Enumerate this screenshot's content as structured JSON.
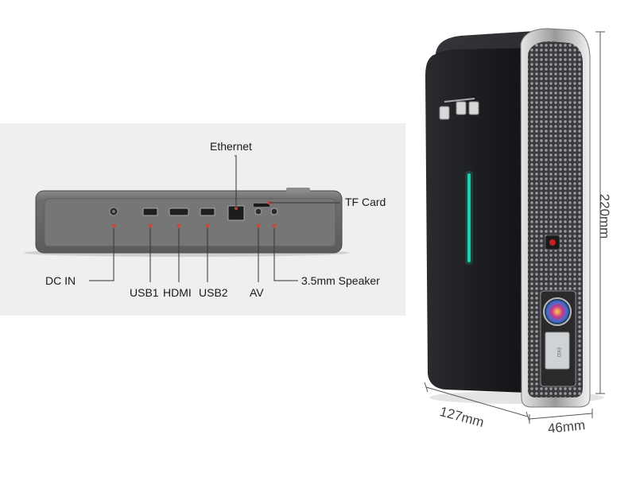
{
  "callouts": {
    "ethernet": "Ethernet",
    "tf_card": "TF Card",
    "dc_in": "DC IN",
    "usb1": "USB1",
    "hdmi": "HDMI",
    "usb2": "USB2",
    "av": "AV",
    "speaker": "3.5mm Speaker"
  },
  "dimensions": {
    "height": "220mm",
    "depth": "127mm",
    "width": "46mm"
  },
  "colors": {
    "device_body": "#6b6b6b",
    "device_face": "#777777",
    "callout_line": "#333333",
    "port_dot": "#c44a3a",
    "projector_body": "#1e1f22",
    "led_strip": "#1fd0b0",
    "power_button": "#c62020"
  }
}
